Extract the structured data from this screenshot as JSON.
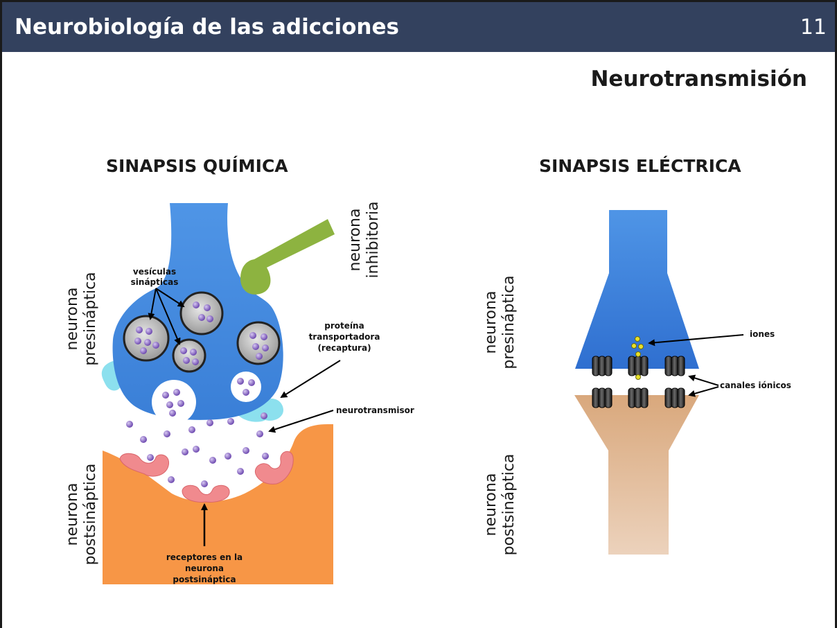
{
  "header": {
    "title": "Neurobiología de las adicciones",
    "slide_number": "11"
  },
  "subtitle": "Neurotransmisión",
  "chemical": {
    "title": "SINAPSIS QUÍMICA",
    "label_presynaptic": [
      "neurona",
      "presináptica"
    ],
    "label_postsynaptic": [
      "neurona",
      "postsináptica"
    ],
    "label_inhibitory": [
      "neurona",
      "inhibitoria"
    ],
    "label_vesicles": [
      "vesículas",
      "sinápticas"
    ],
    "label_transporter": [
      "proteína",
      "transportadora",
      "(recaptura)"
    ],
    "label_neurotransmitter": "neurotransmisor",
    "label_receptors": [
      "receptores en la",
      "neurona",
      "postsináptica"
    ]
  },
  "electrical": {
    "title": "SINAPSIS ELÉCTRICA",
    "label_presynaptic": [
      "neurona",
      "presináptica"
    ],
    "label_postsynaptic": [
      "neurona",
      "postsináptica"
    ],
    "label_ions": "iones",
    "label_channels": "canales iónicos"
  },
  "colors": {
    "header_bg": "#33415e",
    "presynaptic_blue": "#3f8ae3",
    "postsynaptic_orange": "#f79646",
    "inhibitory_green": "#8db340",
    "receptor_pink": "#f08a8e",
    "transporter_cyan": "#8ce0ee",
    "neurotransmitter_purple": "#8e6cc9",
    "ion_yellow": "#e8e02a",
    "electrical_post_tan": "#e8c4a2"
  }
}
